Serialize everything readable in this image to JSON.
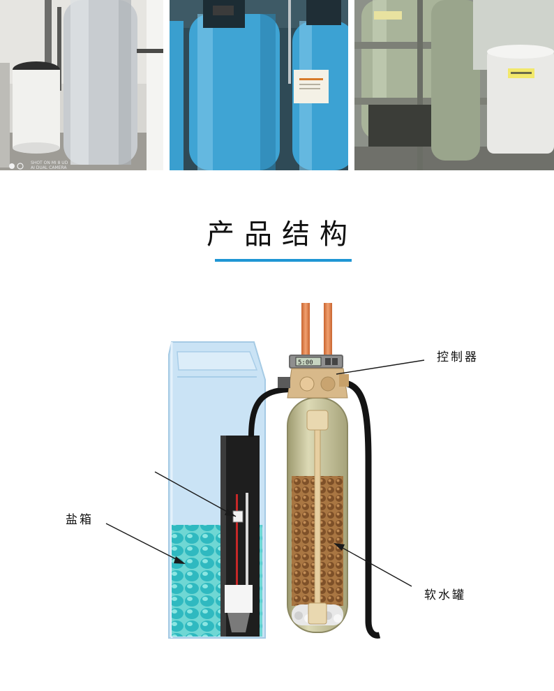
{
  "photos": {
    "camera_watermark_line1": "SHOT ON MI 8 UD",
    "camera_watermark_line2": "AI DUAL CAMERA"
  },
  "section": {
    "title": "产品结构"
  },
  "diagram": {
    "controller_display": "5:00",
    "labels": {
      "controller": "控制器",
      "brine_tank": "盐箱",
      "softener_tank": "软水罐"
    }
  },
  "colors": {
    "accent_underline": "#1f96d4",
    "pipe_orange": "#e8804a",
    "tank_fiberglass": "#c9c59a",
    "brine_box": "#bcdcf2",
    "salt_teal": "#37c6c9",
    "resin_brown": "#8a5a2e"
  }
}
